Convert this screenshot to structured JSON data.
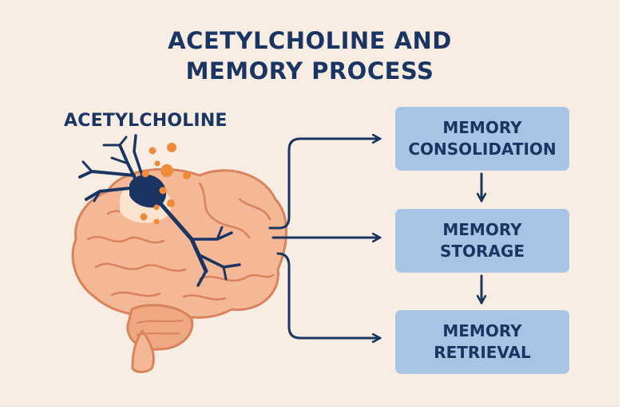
{
  "title": {
    "line1": "ACETYLCHOLINE AND",
    "line2": "MEMORY PROCESS"
  },
  "neurotransmitter_label": "ACETYLCHOLINE",
  "stages": [
    {
      "line1": "MEMORY",
      "line2": "CONSOLIDATION"
    },
    {
      "line1": "MEMORY",
      "line2": "STORAGE"
    },
    {
      "line1": "MEMORY",
      "line2": "RETRIEVAL"
    }
  ],
  "colors": {
    "background": "#f7ede3",
    "navy": "#1b3563",
    "box_fill": "#a8c4e4",
    "brain_fill": "#f4b896",
    "brain_stroke": "#d9825c",
    "molecule_orange": "#ee8a38"
  },
  "icons": {
    "brain": "brain-icon",
    "neuron": "neuron-icon",
    "molecules": "acetylcholine-molecule-dots"
  }
}
